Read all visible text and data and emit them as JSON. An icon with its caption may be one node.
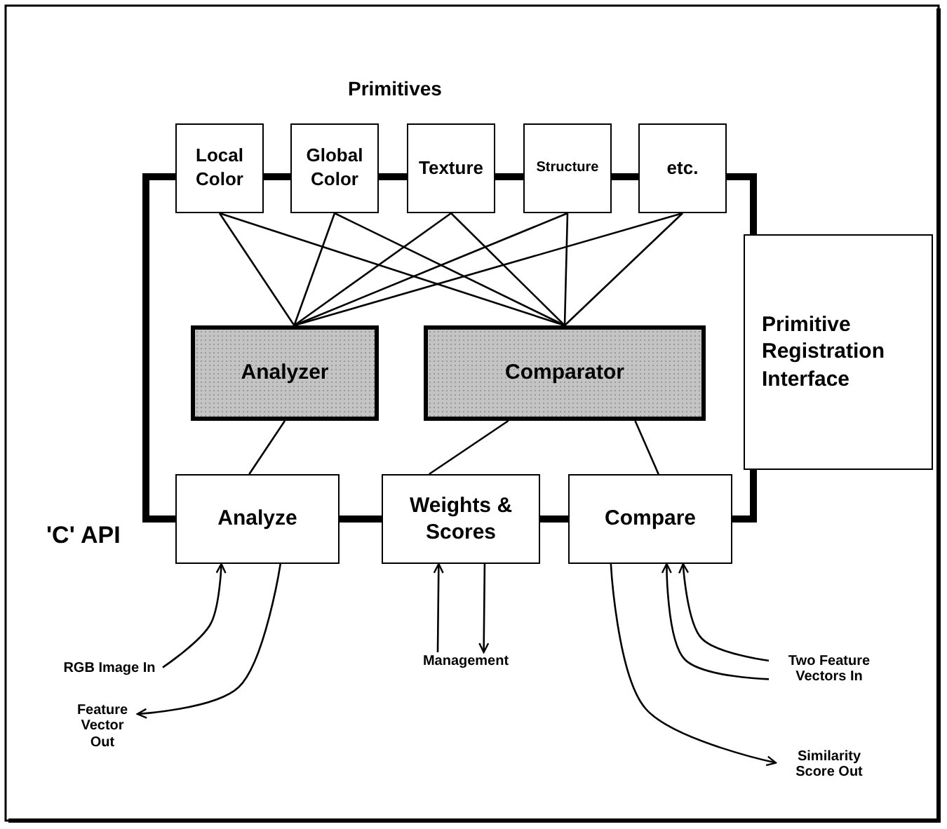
{
  "diagram": {
    "nodes": [
      {
        "text": [
          "Local Color"
        ]
      },
      {
        "text": [
          "Global Color"
        ]
      },
      {
        "text": [
          "Texture"
        ]
      },
      {
        "text": [
          "Structure"
        ]
      },
      {
        "text": [
          "etc."
        ]
      },
      {
        "text": [
          "Analyzer"
        ]
      },
      {
        "text": [
          "Comparator"
        ]
      },
      {
        "text": [
          "Primitive Registration Interface"
        ]
      },
      {
        "text": [
          "Analyze"
        ]
      },
      {
        "text": [
          "Weights & Scores"
        ]
      },
      {
        "text": [
          "Compare"
        ]
      },
      {
        "text": [
          "RGB Image In"
        ]
      },
      {
        "text": [
          "Feature Vector Out"
        ]
      },
      {
        "text": [
          "Management"
        ]
      },
      {
        "text": [
          "Two Feature Vectors In"
        ]
      },
      {
        "text": [
          "Similarity Score Out"
        ]
      }
    ],
    "edges": [
      {
        "from": 0,
        "to": 5,
        "arrow": "none"
      },
      {
        "from": 0,
        "to": 6,
        "arrow": "none"
      },
      {
        "from": 1,
        "to": 5,
        "arrow": "none"
      },
      {
        "from": 1,
        "to": 6,
        "arrow": "none"
      },
      {
        "from": 2,
        "to": 5,
        "arrow": "none"
      },
      {
        "from": 2,
        "to": 6,
        "arrow": "none"
      },
      {
        "from": 3,
        "to": 5,
        "arrow": "none"
      },
      {
        "from": 3,
        "to": 6,
        "arrow": "none"
      },
      {
        "from": 4,
        "to": 5,
        "arrow": "none"
      },
      {
        "from": 4,
        "to": 6,
        "arrow": "none"
      },
      {
        "from": 5,
        "to": 8,
        "arrow": "none"
      },
      {
        "from": 6,
        "to": 9,
        "arrow": "none"
      },
      {
        "from": 6,
        "to": 10,
        "arrow": "none"
      },
      {
        "from": 11,
        "to": 8,
        "arrow": "to"
      },
      {
        "from": 8,
        "to": 12,
        "arrow": "to"
      },
      {
        "from": 13,
        "to": 9,
        "arrow": "to"
      },
      {
        "from": 9,
        "to": 13,
        "arrow": "to"
      },
      {
        "from": 14,
        "to": 10,
        "arrow": "to"
      },
      {
        "from": 14,
        "to": 10,
        "arrow": "to"
      },
      {
        "from": 10,
        "to": 15,
        "arrow": "to"
      }
    ],
    "labels": [
      "Primitives",
      "'C' API"
    ]
  }
}
